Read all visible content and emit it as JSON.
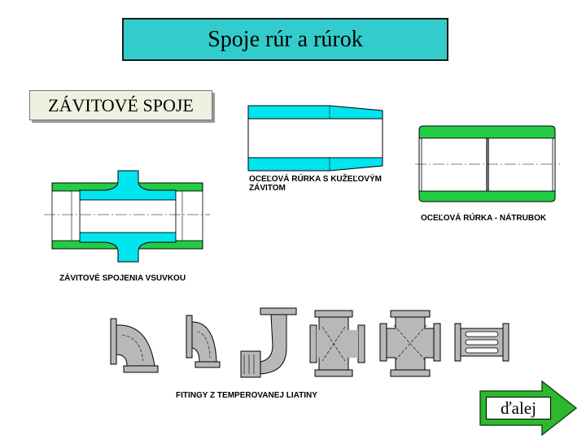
{
  "slide": {
    "title": "Spoje rúr a rúrok",
    "section_label": "ZÁVITOVÉ SPOJE"
  },
  "captions": {
    "tapered_pipe_line1": "OCEĽOVÁ RÚRKA S KUŽEĽOVÝM",
    "tapered_pipe_line2": "ZÁVITOM",
    "coupling_pipe": "OCEĽOVÁ RÚRKA - NÁTRUBOK",
    "socket_joint": "ZÁVITOVÉ SPOJENIA VSUVKOU",
    "fittings": "FITINGY Z TEMPEROVANEJ LIATINY"
  },
  "navigation": {
    "next_label": "ďalej"
  },
  "colors": {
    "title_fill": "#33cccc",
    "pipe_cyan": "#00e5ee",
    "pipe_green": "#22cc44",
    "fitting_gray": "#b8b8b8",
    "arrow_green": "#2db82d"
  }
}
